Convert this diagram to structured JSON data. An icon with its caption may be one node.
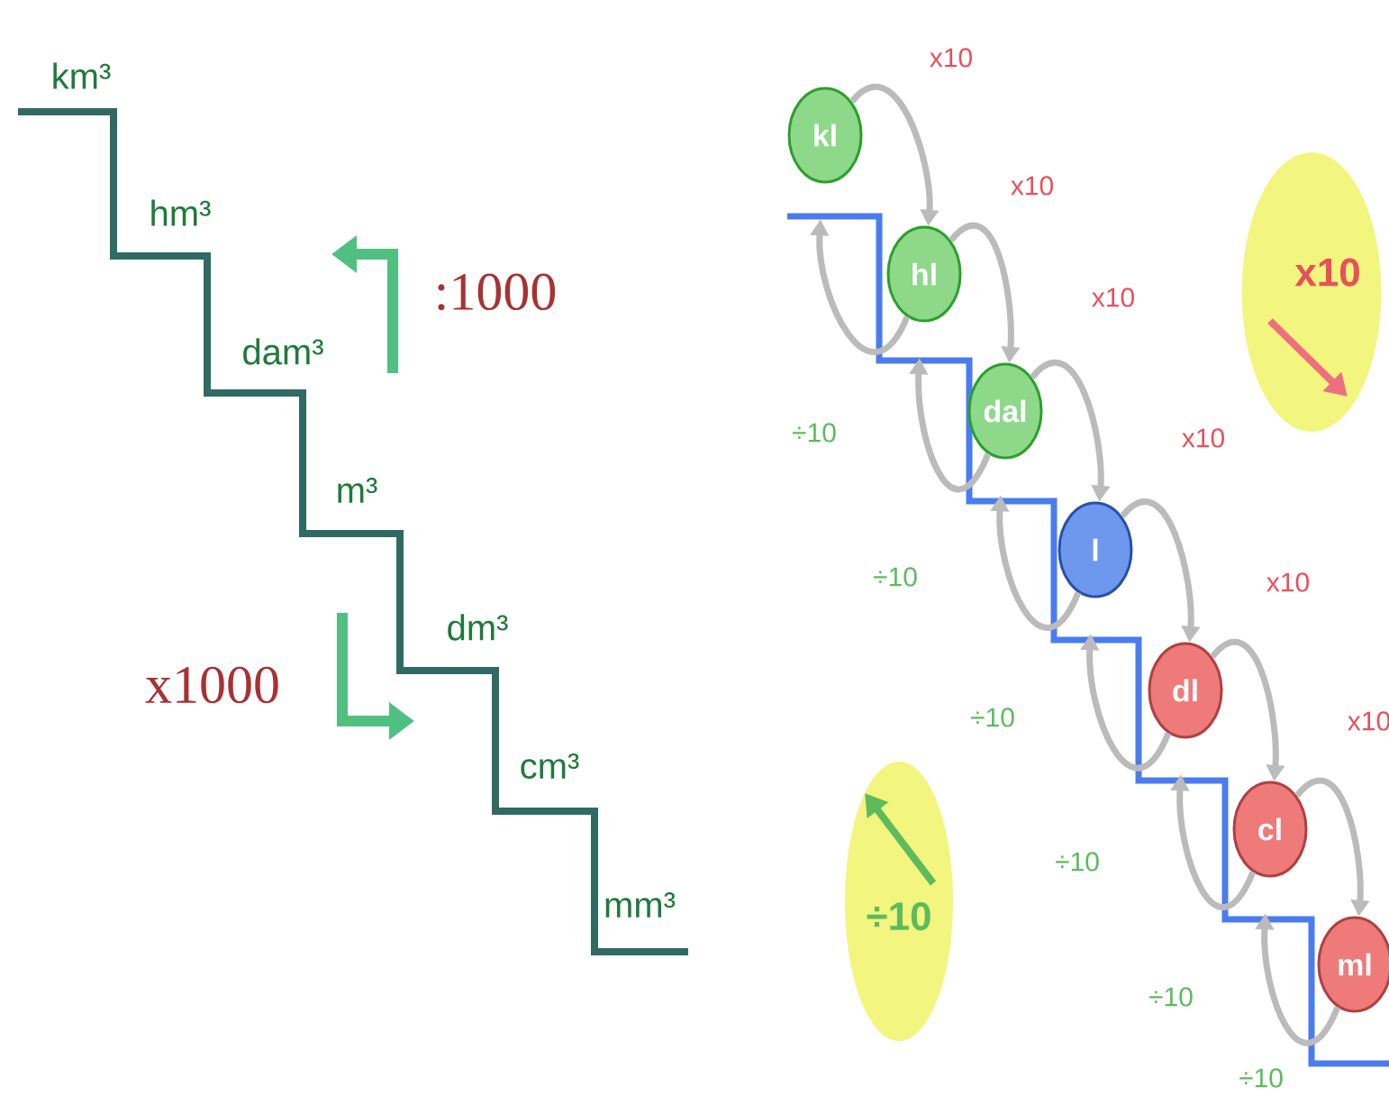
{
  "diagram": {
    "nodes": [
      {
        "text": [
          "kl"
        ]
      },
      {
        "text": [
          "hl"
        ]
      },
      {
        "text": [
          "dal"
        ]
      },
      {
        "text": [
          "l"
        ]
      },
      {
        "text": [
          "dl"
        ]
      },
      {
        "text": [
          "cl"
        ]
      },
      {
        "text": [
          "ml"
        ]
      },
      {
        "text": [
          "x10"
        ]
      },
      {
        "text": [
          "÷10"
        ]
      }
    ],
    "edges": [
      {
        "from": 0,
        "to": 1,
        "arrow": "to",
        "label": "x10"
      },
      {
        "from": 1,
        "to": 2,
        "arrow": "to",
        "label": "x10"
      },
      {
        "from": 2,
        "to": 3,
        "arrow": "to",
        "label": "x10"
      },
      {
        "from": 3,
        "to": 4,
        "arrow": "to",
        "label": "x10"
      },
      {
        "from": 4,
        "to": 5,
        "arrow": "to",
        "label": "x10"
      },
      {
        "from": 5,
        "to": 6,
        "arrow": "to",
        "label": "x10"
      },
      {
        "from": 1,
        "to": 0,
        "arrow": "to",
        "label": "÷10"
      },
      {
        "from": 2,
        "to": 1,
        "arrow": "to",
        "label": "÷10"
      },
      {
        "from": 3,
        "to": 2,
        "arrow": "to",
        "label": "÷10"
      },
      {
        "from": 4,
        "to": 3,
        "arrow": "to",
        "label": "÷10"
      },
      {
        "from": 5,
        "to": 4,
        "arrow": "to",
        "label": "÷10"
      },
      {
        "from": 6,
        "to": 5,
        "arrow": "to",
        "label": "÷10"
      }
    ],
    "labels": [
      "km³",
      "hm³",
      "dam³",
      "m³",
      "dm³",
      "cm³",
      "mm³",
      ":1000",
      "x1000"
    ]
  }
}
